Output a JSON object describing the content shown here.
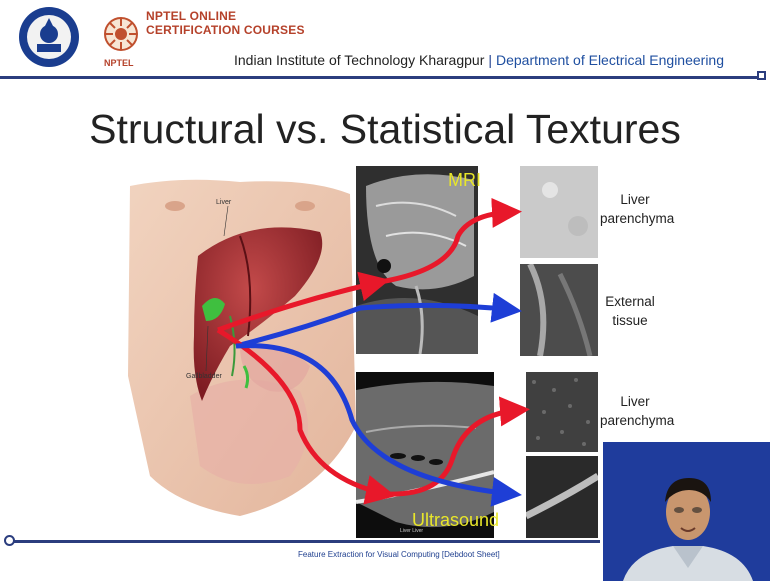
{
  "header": {
    "nptel_line1": "NPTEL ONLINE",
    "nptel_line2": "CERTIFICATION COURSES",
    "nptel_badge": "NPTEL",
    "institute": "Indian Institute of Technology Kharagpur",
    "separator": "|",
    "department": "Department of Electrical Engineering"
  },
  "slide": {
    "title": "Structural vs. Statistical Textures",
    "anatomy_labels": {
      "liver": "Liver",
      "gallbladder": "Gallbladder"
    },
    "mri_label": "MRI",
    "ultrasound_label": "Ultrasound",
    "side_labels": [
      {
        "line1": "Liver",
        "line2": "parenchyma"
      },
      {
        "line1": "External",
        "line2": "tissue"
      },
      {
        "line1": "Liver",
        "line2": "parenchyma"
      }
    ]
  },
  "footer": {
    "text": "Feature Extraction for Visual Computing [Debdoot Sheet]"
  },
  "colors": {
    "rule": "#2b3d7e",
    "arrow_red": "#e8182a",
    "arrow_blue": "#1e3ed6",
    "nptel": "#b5412a",
    "modality_label": "#e8e62a"
  }
}
